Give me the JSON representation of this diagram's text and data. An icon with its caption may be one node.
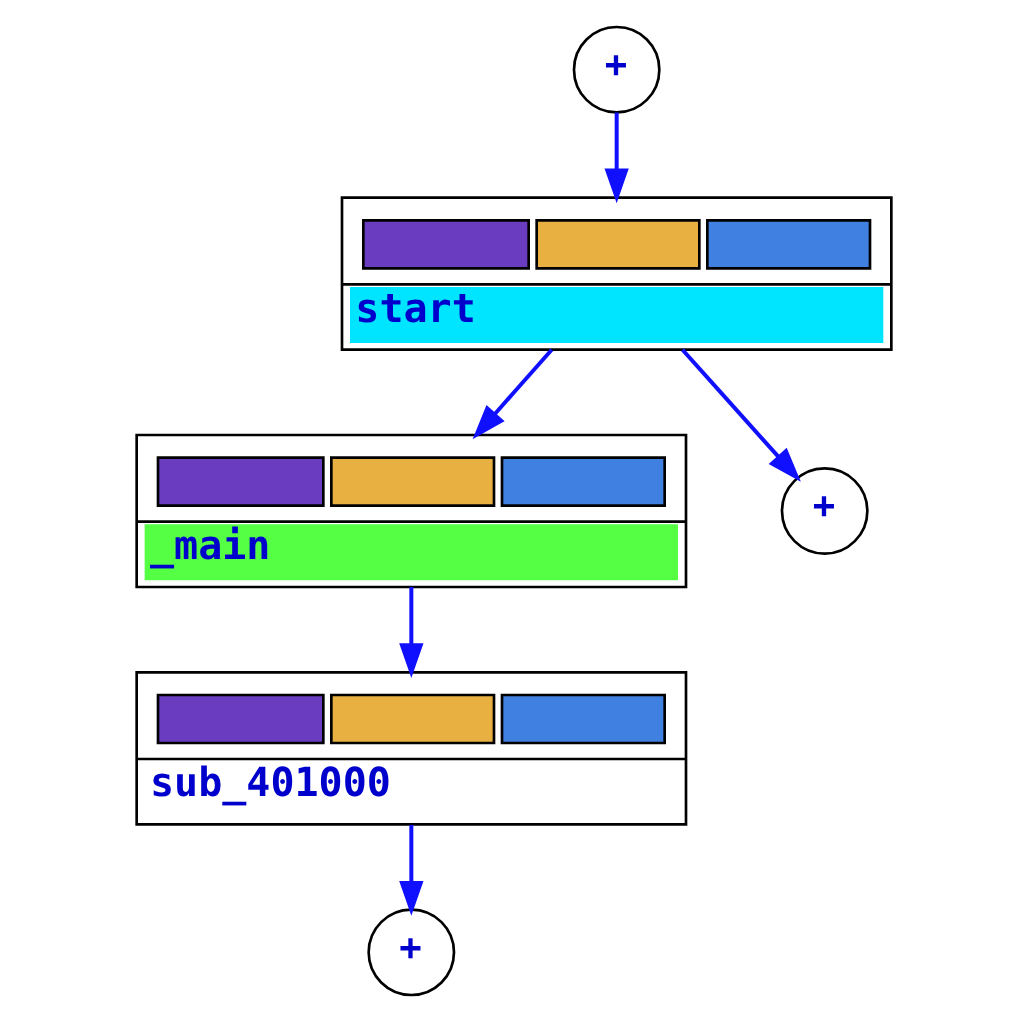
{
  "diagram": {
    "nodes": [
      {
        "text": [
          "+"
        ]
      },
      {
        "text": [
          "start"
        ]
      },
      {
        "text": [
          "_main"
        ]
      },
      {
        "text": [
          "+"
        ]
      },
      {
        "text": [
          "sub_401000"
        ]
      },
      {
        "text": [
          "+"
        ]
      }
    ],
    "edges": [
      {
        "from": 0,
        "to": 1,
        "arrow": "to"
      },
      {
        "from": 1,
        "to": 2,
        "arrow": "to"
      },
      {
        "from": 1,
        "to": 3,
        "arrow": "to"
      },
      {
        "from": 2,
        "to": 4,
        "arrow": "to"
      },
      {
        "from": 4,
        "to": 5,
        "arrow": "to"
      }
    ]
  }
}
